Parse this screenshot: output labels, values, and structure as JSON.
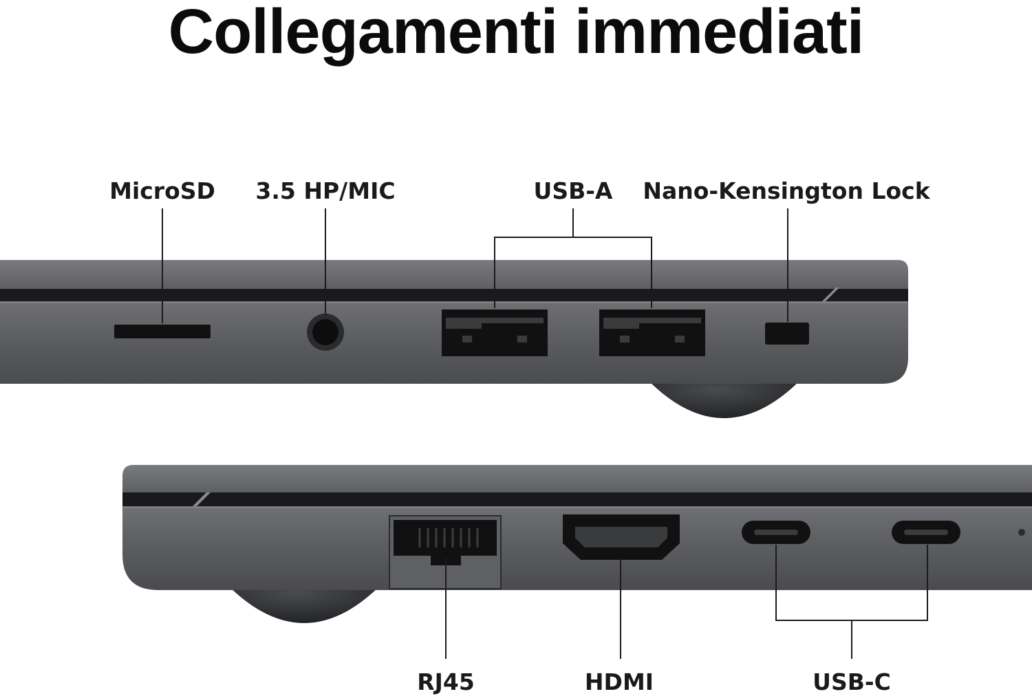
{
  "title": "Collegamenti immediati",
  "top_ports": {
    "microsd": "MicroSD",
    "audio": "3.5 HP/MIC",
    "usb_a": "USB-A",
    "lock": "Nano-Kensington Lock"
  },
  "bottom_ports": {
    "rj45": "RJ45",
    "hdmi": "HDMI",
    "usb_c": "USB-C"
  },
  "colors": {
    "body": "#5b5c5f",
    "body_top": "#6c6d70",
    "port": "#111112",
    "foot": "#2e2f31"
  }
}
